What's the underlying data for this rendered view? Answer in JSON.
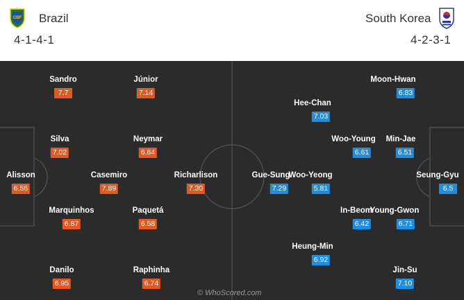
{
  "home": {
    "name": "Brazil",
    "formation": "4-1-4-1",
    "rating_color": "#e25a22",
    "crest_icon": "cbf-crest-icon",
    "players": [
      {
        "name": "Sandro",
        "rating": "7.7"
      },
      {
        "name": "Júnior",
        "rating": "7.14"
      },
      {
        "name": "Silva",
        "rating": "7.02"
      },
      {
        "name": "Neymar",
        "rating": "6.64"
      },
      {
        "name": "Alisson",
        "rating": "6.56"
      },
      {
        "name": "Casemiro",
        "rating": "7.89"
      },
      {
        "name": "Richarlison",
        "rating": "7.30"
      },
      {
        "name": "Marquinhos",
        "rating": "6.87"
      },
      {
        "name": "Paquetá",
        "rating": "6.58"
      },
      {
        "name": "Danilo",
        "rating": "6.95"
      },
      {
        "name": "Raphinha",
        "rating": "6.74"
      }
    ]
  },
  "away": {
    "name": "South Korea",
    "formation": "4-2-3-1",
    "rating_color": "#1f8ee0",
    "crest_icon": "kfa-crest-icon",
    "players": [
      {
        "name": "Moon-Hwan",
        "rating": "6.83"
      },
      {
        "name": "Hee-Chan",
        "rating": "7.03"
      },
      {
        "name": "Woo-Young",
        "rating": "6.61"
      },
      {
        "name": "Min-Jae",
        "rating": "6.51"
      },
      {
        "name": "Gue-Sung",
        "rating": "7.29"
      },
      {
        "name": "Woo-Yeong",
        "rating": "5.81"
      },
      {
        "name": "Seung-Gyu",
        "rating": "6.5"
      },
      {
        "name": "In-Beom",
        "rating": "6.42"
      },
      {
        "name": "Young-Gwon",
        "rating": "6.71"
      },
      {
        "name": "Heung-Min",
        "rating": "6.92"
      },
      {
        "name": "Jin-Su",
        "rating": "7.10"
      }
    ]
  },
  "watermark": "© WhoScored.com",
  "pitch_color": "#2b2b2b"
}
